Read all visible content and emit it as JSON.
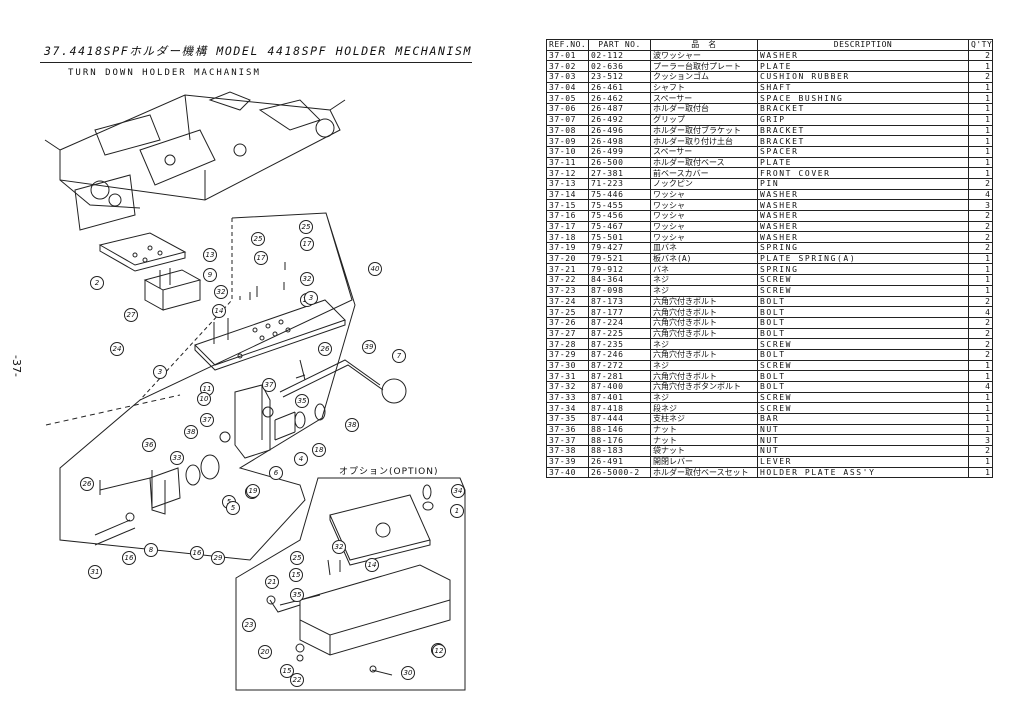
{
  "header": {
    "title": "37.4418SPFホルダー機構 MODEL 4418SPF HOLDER   MECHANISM",
    "subtitle": "TURN DOWN HOLDER MACHANISM",
    "page_number": "-37-",
    "option_label": "オプション(OPTION)"
  },
  "callouts": [
    "25",
    "25",
    "17",
    "17",
    "13",
    "9",
    "2",
    "32",
    "32",
    "14",
    "14",
    "3",
    "27",
    "24",
    "40",
    "26",
    "3",
    "39",
    "7",
    "11",
    "10",
    "37",
    "37",
    "38",
    "35",
    "36",
    "5",
    "19",
    "26",
    "33",
    "4",
    "18",
    "38",
    "6",
    "5",
    "19",
    "1",
    "34",
    "12",
    "31",
    "16",
    "8",
    "16",
    "29",
    "32",
    "25",
    "15",
    "14",
    "21",
    "35",
    "23",
    "20",
    "15",
    "22",
    "30",
    "12"
  ],
  "table": {
    "headers": {
      "ref": "REF.NO.",
      "part": "PART NO.",
      "name": "品　名",
      "desc": "DESCRIPTION",
      "qty": "Q'TY"
    },
    "rows": [
      {
        "ref": "37-01",
        "part": "02-112",
        "name": "波ワッシャー",
        "desc": "WASHER",
        "qty": "2"
      },
      {
        "ref": "37-02",
        "part": "02-636",
        "name": "プーラー台取付プレート",
        "desc": "PLATE",
        "qty": "1"
      },
      {
        "ref": "37-03",
        "part": "23-512",
        "name": "クッションゴム",
        "desc": "CUSHION RUBBER",
        "qty": "2"
      },
      {
        "ref": "37-04",
        "part": "26-461",
        "name": "シャフト",
        "desc": "SHAFT",
        "qty": "1"
      },
      {
        "ref": "37-05",
        "part": "26-462",
        "name": "スペーサー",
        "desc": "SPACE BUSHING",
        "qty": "1"
      },
      {
        "ref": "37-06",
        "part": "26-487",
        "name": "ホルダー取付台",
        "desc": "BRACKET",
        "qty": "1"
      },
      {
        "ref": "37-07",
        "part": "26-492",
        "name": "グリップ",
        "desc": "GRIP",
        "qty": "1"
      },
      {
        "ref": "37-08",
        "part": "26-496",
        "name": "ホルダー取付ブラケット",
        "desc": "BRACKET",
        "qty": "1"
      },
      {
        "ref": "37-09",
        "part": "26-498",
        "name": "ホルダー取り付け土台",
        "desc": "BRACKET",
        "qty": "1"
      },
      {
        "ref": "37-10",
        "part": "26-499",
        "name": "スペーサー",
        "desc": "SPACER",
        "qty": "1"
      },
      {
        "ref": "37-11",
        "part": "26-500",
        "name": "ホルダー取付ベース",
        "desc": "PLATE",
        "qty": "1"
      },
      {
        "ref": "37-12",
        "part": "27-381",
        "name": "前ベースカバー",
        "desc": "FRONT COVER",
        "qty": "1"
      },
      {
        "ref": "37-13",
        "part": "71-223",
        "name": "ノックピン",
        "desc": "PIN",
        "qty": "2"
      },
      {
        "ref": "37-14",
        "part": "75-446",
        "name": "ワッシャ",
        "desc": "WASHER",
        "qty": "4"
      },
      {
        "ref": "37-15",
        "part": "75-455",
        "name": "ワッシャ",
        "desc": "WASHER",
        "qty": "3"
      },
      {
        "ref": "37-16",
        "part": "75-456",
        "name": "ワッシャ",
        "desc": "WASHER",
        "qty": "2"
      },
      {
        "ref": "37-17",
        "part": "75-467",
        "name": "ワッシャ",
        "desc": "WASHER",
        "qty": "2"
      },
      {
        "ref": "37-18",
        "part": "75-501",
        "name": "ワッシャ",
        "desc": "WASHER",
        "qty": "2"
      },
      {
        "ref": "37-19",
        "part": "79-427",
        "name": "皿バネ",
        "desc": "SPRING",
        "qty": "2"
      },
      {
        "ref": "37-20",
        "part": "79-521",
        "name": "板バネ(A)",
        "desc": "PLATE SPRING(A)",
        "qty": "1"
      },
      {
        "ref": "37-21",
        "part": "79-912",
        "name": "バネ",
        "desc": "SPRING",
        "qty": "1"
      },
      {
        "ref": "37-22",
        "part": "84-364",
        "name": "ネジ",
        "desc": "SCREW",
        "qty": "1"
      },
      {
        "ref": "37-23",
        "part": "87-098",
        "name": "ネジ",
        "desc": "SCREW",
        "qty": "1"
      },
      {
        "ref": "37-24",
        "part": "87-173",
        "name": "六角穴付きボルト",
        "desc": "BOLT",
        "qty": "2"
      },
      {
        "ref": "37-25",
        "part": "87-177",
        "name": "六角穴付きボルト",
        "desc": "BOLT",
        "qty": "4"
      },
      {
        "ref": "37-26",
        "part": "87-224",
        "name": "六角穴付きボルト",
        "desc": "BOLT",
        "qty": "2"
      },
      {
        "ref": "37-27",
        "part": "87-225",
        "name": "六角穴付きボルト",
        "desc": "BOLT",
        "qty": "2"
      },
      {
        "ref": "37-28",
        "part": "87-235",
        "name": "ネジ",
        "desc": "SCREW",
        "qty": "2"
      },
      {
        "ref": "37-29",
        "part": "87-246",
        "name": "六角穴付きボルト",
        "desc": "BOLT",
        "qty": "2"
      },
      {
        "ref": "37-30",
        "part": "87-272",
        "name": "ネジ",
        "desc": "SCREW",
        "qty": "1"
      },
      {
        "ref": "37-31",
        "part": "87-281",
        "name": "六角穴付きボルト",
        "desc": "BOLT",
        "qty": "1"
      },
      {
        "ref": "37-32",
        "part": "87-400",
        "name": "六角穴付きボタンボルト",
        "desc": "BOLT",
        "qty": "4"
      },
      {
        "ref": "37-33",
        "part": "87-401",
        "name": "ネジ",
        "desc": "SCREW",
        "qty": "1"
      },
      {
        "ref": "37-34",
        "part": "87-418",
        "name": "段ネジ",
        "desc": "SCREW",
        "qty": "1"
      },
      {
        "ref": "37-35",
        "part": "87-444",
        "name": "支柱ネジ",
        "desc": "BAR",
        "qty": "1"
      },
      {
        "ref": "37-36",
        "part": "88-146",
        "name": "ナット",
        "desc": "NUT",
        "qty": "1"
      },
      {
        "ref": "37-37",
        "part": "88-176",
        "name": "ナット",
        "desc": "NUT",
        "qty": "3"
      },
      {
        "ref": "37-38",
        "part": "88-183",
        "name": "袋ナット",
        "desc": "NUT",
        "qty": "2"
      },
      {
        "ref": "37-39",
        "part": "26-491",
        "name": "開閉レバー",
        "desc": "LEVER",
        "qty": "1"
      },
      {
        "ref": "37-40",
        "part": "26-5000-2",
        "name": "ホルダー取付ベースセット",
        "desc": "HOLDER PLATE ASS'Y",
        "qty": "1"
      }
    ]
  }
}
